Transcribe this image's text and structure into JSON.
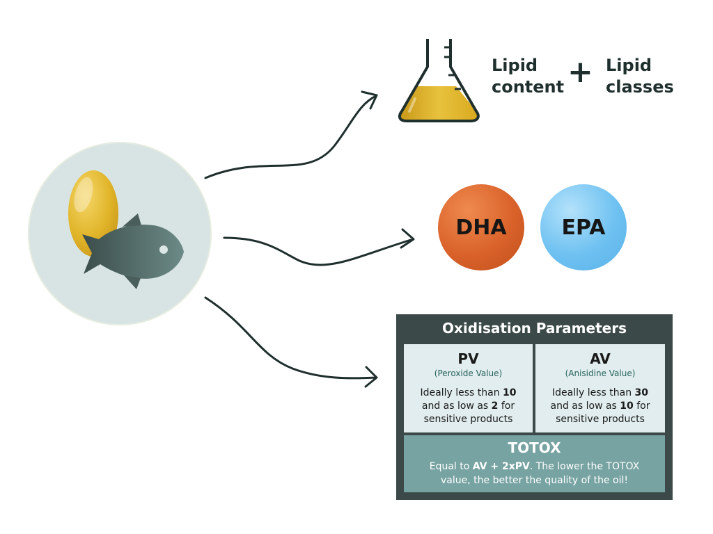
{
  "colors": {
    "dark": "#1f2f2d",
    "dha": "#d9622a",
    "epa": "#6ec1f1",
    "panel_bg": "#3b4948",
    "cell_bg": "#e1edee",
    "totox_bg": "#77a3a2",
    "circle_bg": "#d7e4e3",
    "capsule": "#e1b52a",
    "fish": "#4e6562"
  },
  "icons": [
    "flask-icon",
    "fish-icon",
    "capsule-icon",
    "plus-icon",
    "arrow-icon"
  ],
  "labels": {
    "lipid_content_1": "Lipid",
    "lipid_content_2": "content",
    "plus": "+",
    "lipid_classes_1": "Lipid",
    "lipid_classes_2": "classes",
    "dha": "DHA",
    "epa": "EPA"
  },
  "panel": {
    "title": "Oxidisation Parameters",
    "pv": {
      "title": "PV",
      "subtitle": "(Peroxide Value)",
      "l1_pre": "Ideally less than ",
      "l1_num": "10",
      "l2_pre": "and as low as ",
      "l2_num": "2",
      "l2_post": " for",
      "l3": "sensitive products"
    },
    "av": {
      "title": "AV",
      "subtitle": "(Anisidine Value)",
      "l1_pre": "Ideally less than ",
      "l1_num": "30",
      "l2_pre": "and as low as ",
      "l2_num": "10",
      "l2_post": " for",
      "l3": "sensitive products"
    },
    "totox": {
      "title": "TOTOX",
      "l1_pre": "Equal to ",
      "l1_formula": "AV + 2xPV",
      "l1_post": ". The lower the TOTOX",
      "l2": "value, the better the quality of the oil!"
    }
  }
}
